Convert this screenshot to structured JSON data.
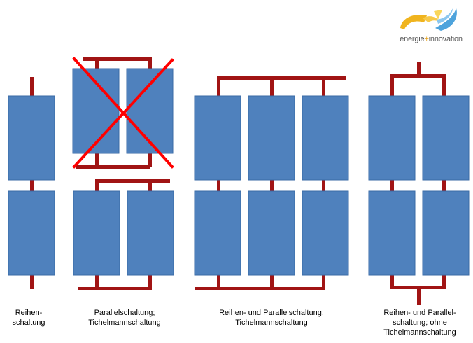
{
  "colors": {
    "panel": "#4f81bd",
    "wire": "#a11414",
    "cross": "#ff0000"
  },
  "logo": {
    "brand": "energie",
    "plus": "+",
    "product": "innovation",
    "icon": "sun-wind-swirl-icon"
  },
  "groups": [
    {
      "id": "series",
      "caption": "Reihen-\nschaltung",
      "crossed": false
    },
    {
      "id": "parallel",
      "caption": "Parallelschaltung;\nTichelmannschaltung",
      "crossed_top_variant": true
    },
    {
      "id": "series-parallel-tichelmann",
      "caption": "Reihen- und Parallelschaltung;\nTichelmannschaltung",
      "crossed": false
    },
    {
      "id": "series-parallel-no-tichelmann",
      "caption": "Reihen- und Parallel-\nschaltung; ohne\nTichelmannschaltung",
      "crossed": false
    }
  ]
}
